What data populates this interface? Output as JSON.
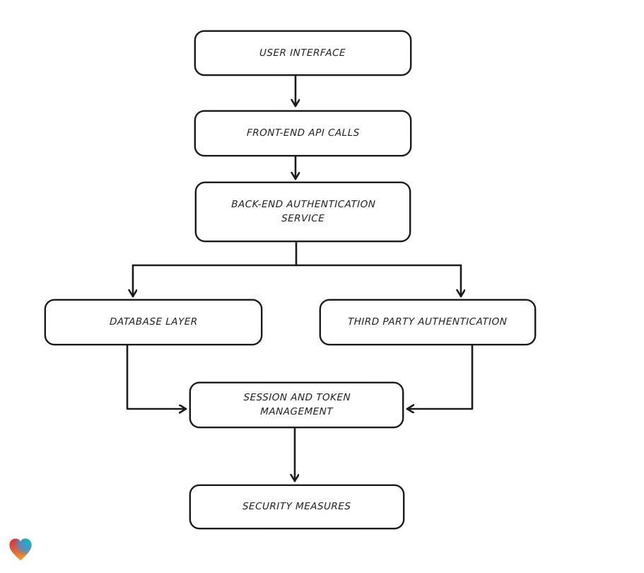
{
  "diagram": {
    "type": "flowchart",
    "background": "#ffffff",
    "node_style": {
      "fill": "#ffffff",
      "stroke": "#1b1b1b",
      "corner_radius": 14
    },
    "nodes": [
      {
        "id": "user-interface",
        "label": "USER INTERFACE"
      },
      {
        "id": "frontend-api-calls",
        "label": "FRONT-END API CALLS"
      },
      {
        "id": "backend-auth-service",
        "label": "BACK-END AUTHENTICATION SERVICE"
      },
      {
        "id": "database-layer",
        "label": "DATABASE LAYER"
      },
      {
        "id": "third-party-auth",
        "label": "THIRD PARTY AUTHENTICATION"
      },
      {
        "id": "session-token-management",
        "label": "SESSION AND TOKEN MANAGEMENT"
      },
      {
        "id": "security-measures",
        "label": "SECURITY MEASURES"
      }
    ],
    "edges": [
      {
        "from": "user-interface",
        "to": "frontend-api-calls"
      },
      {
        "from": "frontend-api-calls",
        "to": "backend-auth-service"
      },
      {
        "from": "backend-auth-service",
        "to": "database-layer"
      },
      {
        "from": "backend-auth-service",
        "to": "third-party-auth"
      },
      {
        "from": "database-layer",
        "to": "session-token-management"
      },
      {
        "from": "third-party-auth",
        "to": "session-token-management"
      },
      {
        "from": "session-token-management",
        "to": "security-measures"
      }
    ]
  },
  "branding": {
    "logo_icon": "gradient-heart-logo",
    "colors": {
      "red": "#e42535",
      "blue": "#2f9fe0",
      "teal": "#16b8ab",
      "orange": "#f79327"
    }
  }
}
